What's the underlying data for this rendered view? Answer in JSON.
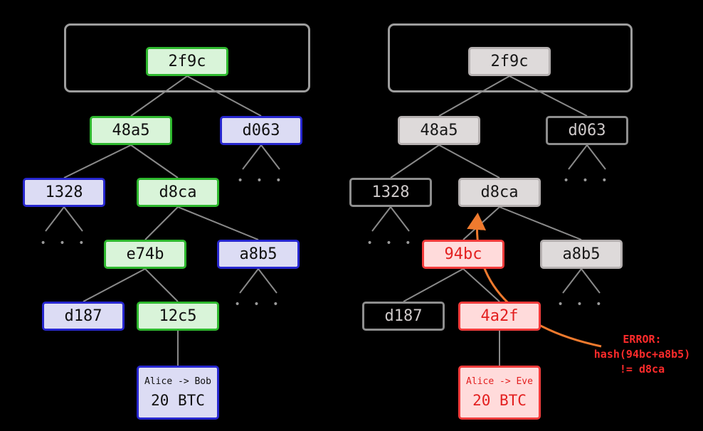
{
  "colors": {
    "valid_path_green": "#2eb82e",
    "sibling_blue": "#2727cf",
    "neutral_gray_fill": "#dedada",
    "tamper_red": "#f23b3b",
    "arrow_orange": "#ef7a2e",
    "edge_gray": "#8a8a8a",
    "background": "#000000"
  },
  "dots": "• • •",
  "left_tree": {
    "root_hash": "2f9c",
    "h_48a5": "48a5",
    "h_d063": "d063",
    "h_1328": "1328",
    "h_d8ca": "d8ca",
    "h_e74b": "e74b",
    "h_a8b5": "a8b5",
    "h_d187": "d187",
    "h_12c5": "12c5",
    "leaf": {
      "tx": "Alice -> Bob",
      "amount": "20 BTC"
    }
  },
  "right_tree": {
    "root_hash": "2f9c",
    "h_48a5": "48a5",
    "h_d063": "d063",
    "h_1328": "1328",
    "h_d8ca": "d8ca",
    "h_94bc": "94bc",
    "h_a8b5": "a8b5",
    "h_d187": "d187",
    "h_4a2f": "4a2f",
    "leaf": {
      "tx": "Alice -> Eve",
      "amount": "20 BTC"
    }
  },
  "error": {
    "line1": "ERROR:",
    "line2": "hash(94bc+a8b5)",
    "line3": "!= d8ca"
  }
}
